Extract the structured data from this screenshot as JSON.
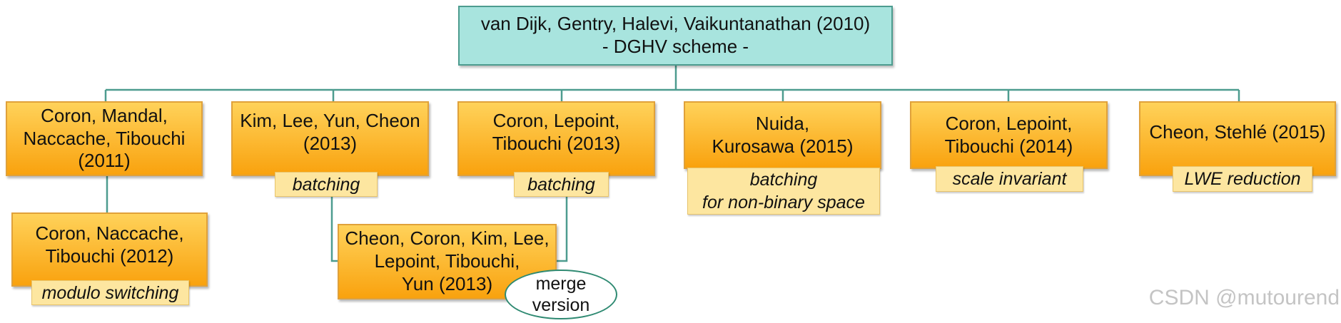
{
  "diagram": {
    "root": {
      "text": "van Dijk, Gentry, Halevi, Vaikuntanathan (2010)\n- DGHV scheme -"
    },
    "papers": [
      {
        "id": "cmnt2011",
        "text": "Coron, Mandal,\nNaccache, Tibouchi\n(2011)"
      },
      {
        "id": "klyc2013",
        "text": "Kim, Lee, Yun, Cheon\n(2013)",
        "note": "batching"
      },
      {
        "id": "clt2013",
        "text": "Coron, Lepoint,\nTibouchi (2013)",
        "note": "batching"
      },
      {
        "id": "nk2015",
        "text": "Nuida,\nKurosawa (2015)",
        "note": "batching\nfor non-binary space"
      },
      {
        "id": "clt2014",
        "text": "Coron, Lepoint,\nTibouchi (2014)",
        "note": "scale invariant"
      },
      {
        "id": "cs2015",
        "text": "Cheon, Stehlé (2015)",
        "note": "LWE reduction"
      },
      {
        "id": "cnt2012",
        "text": "Coron, Naccache,\nTibouchi (2012)",
        "note": "modulo switching"
      },
      {
        "id": "cckllty2013",
        "text": "Cheon, Coron, Kim, Lee,\nLepoint, Tibouchi,\nYun (2013)",
        "bubble": "merge\nversion"
      }
    ],
    "colors": {
      "root_fill": "#a8e4de",
      "paper_fill": "#fbb52a",
      "note_fill": "#fde6a0",
      "connector": "#4d9c8f"
    }
  },
  "watermark": "CSDN @mutourend"
}
